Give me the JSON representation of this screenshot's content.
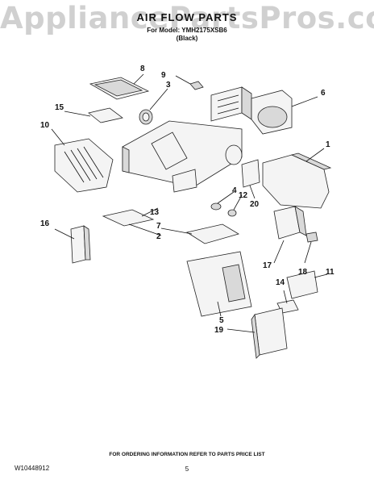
{
  "watermark": "AppliancePartsPros.com",
  "header": {
    "title": "AIR FLOW PARTS",
    "model_line": "For Model: YMH2175XSB6",
    "color_line": "(Black)"
  },
  "callouts": [
    {
      "id": "c1",
      "label": "1"
    },
    {
      "id": "c2",
      "label": "2"
    },
    {
      "id": "c3",
      "label": "3"
    },
    {
      "id": "c4",
      "label": "4"
    },
    {
      "id": "c5",
      "label": "5"
    },
    {
      "id": "c6",
      "label": "6"
    },
    {
      "id": "c7",
      "label": "7"
    },
    {
      "id": "c8",
      "label": "8"
    },
    {
      "id": "c9",
      "label": "9"
    },
    {
      "id": "c10",
      "label": "10"
    },
    {
      "id": "c11",
      "label": "11"
    },
    {
      "id": "c12",
      "label": "12"
    },
    {
      "id": "c13",
      "label": "13"
    },
    {
      "id": "c14",
      "label": "14"
    },
    {
      "id": "c15",
      "label": "15"
    },
    {
      "id": "c16",
      "label": "16"
    },
    {
      "id": "c17",
      "label": "17"
    },
    {
      "id": "c18",
      "label": "18"
    },
    {
      "id": "c19",
      "label": "19"
    },
    {
      "id": "c20",
      "label": "20"
    }
  ],
  "footer": {
    "ordering_note": "FOR ORDERING INFORMATION REFER TO PARTS PRICE LIST",
    "doc_number": "W10448912",
    "page_number": "5"
  }
}
